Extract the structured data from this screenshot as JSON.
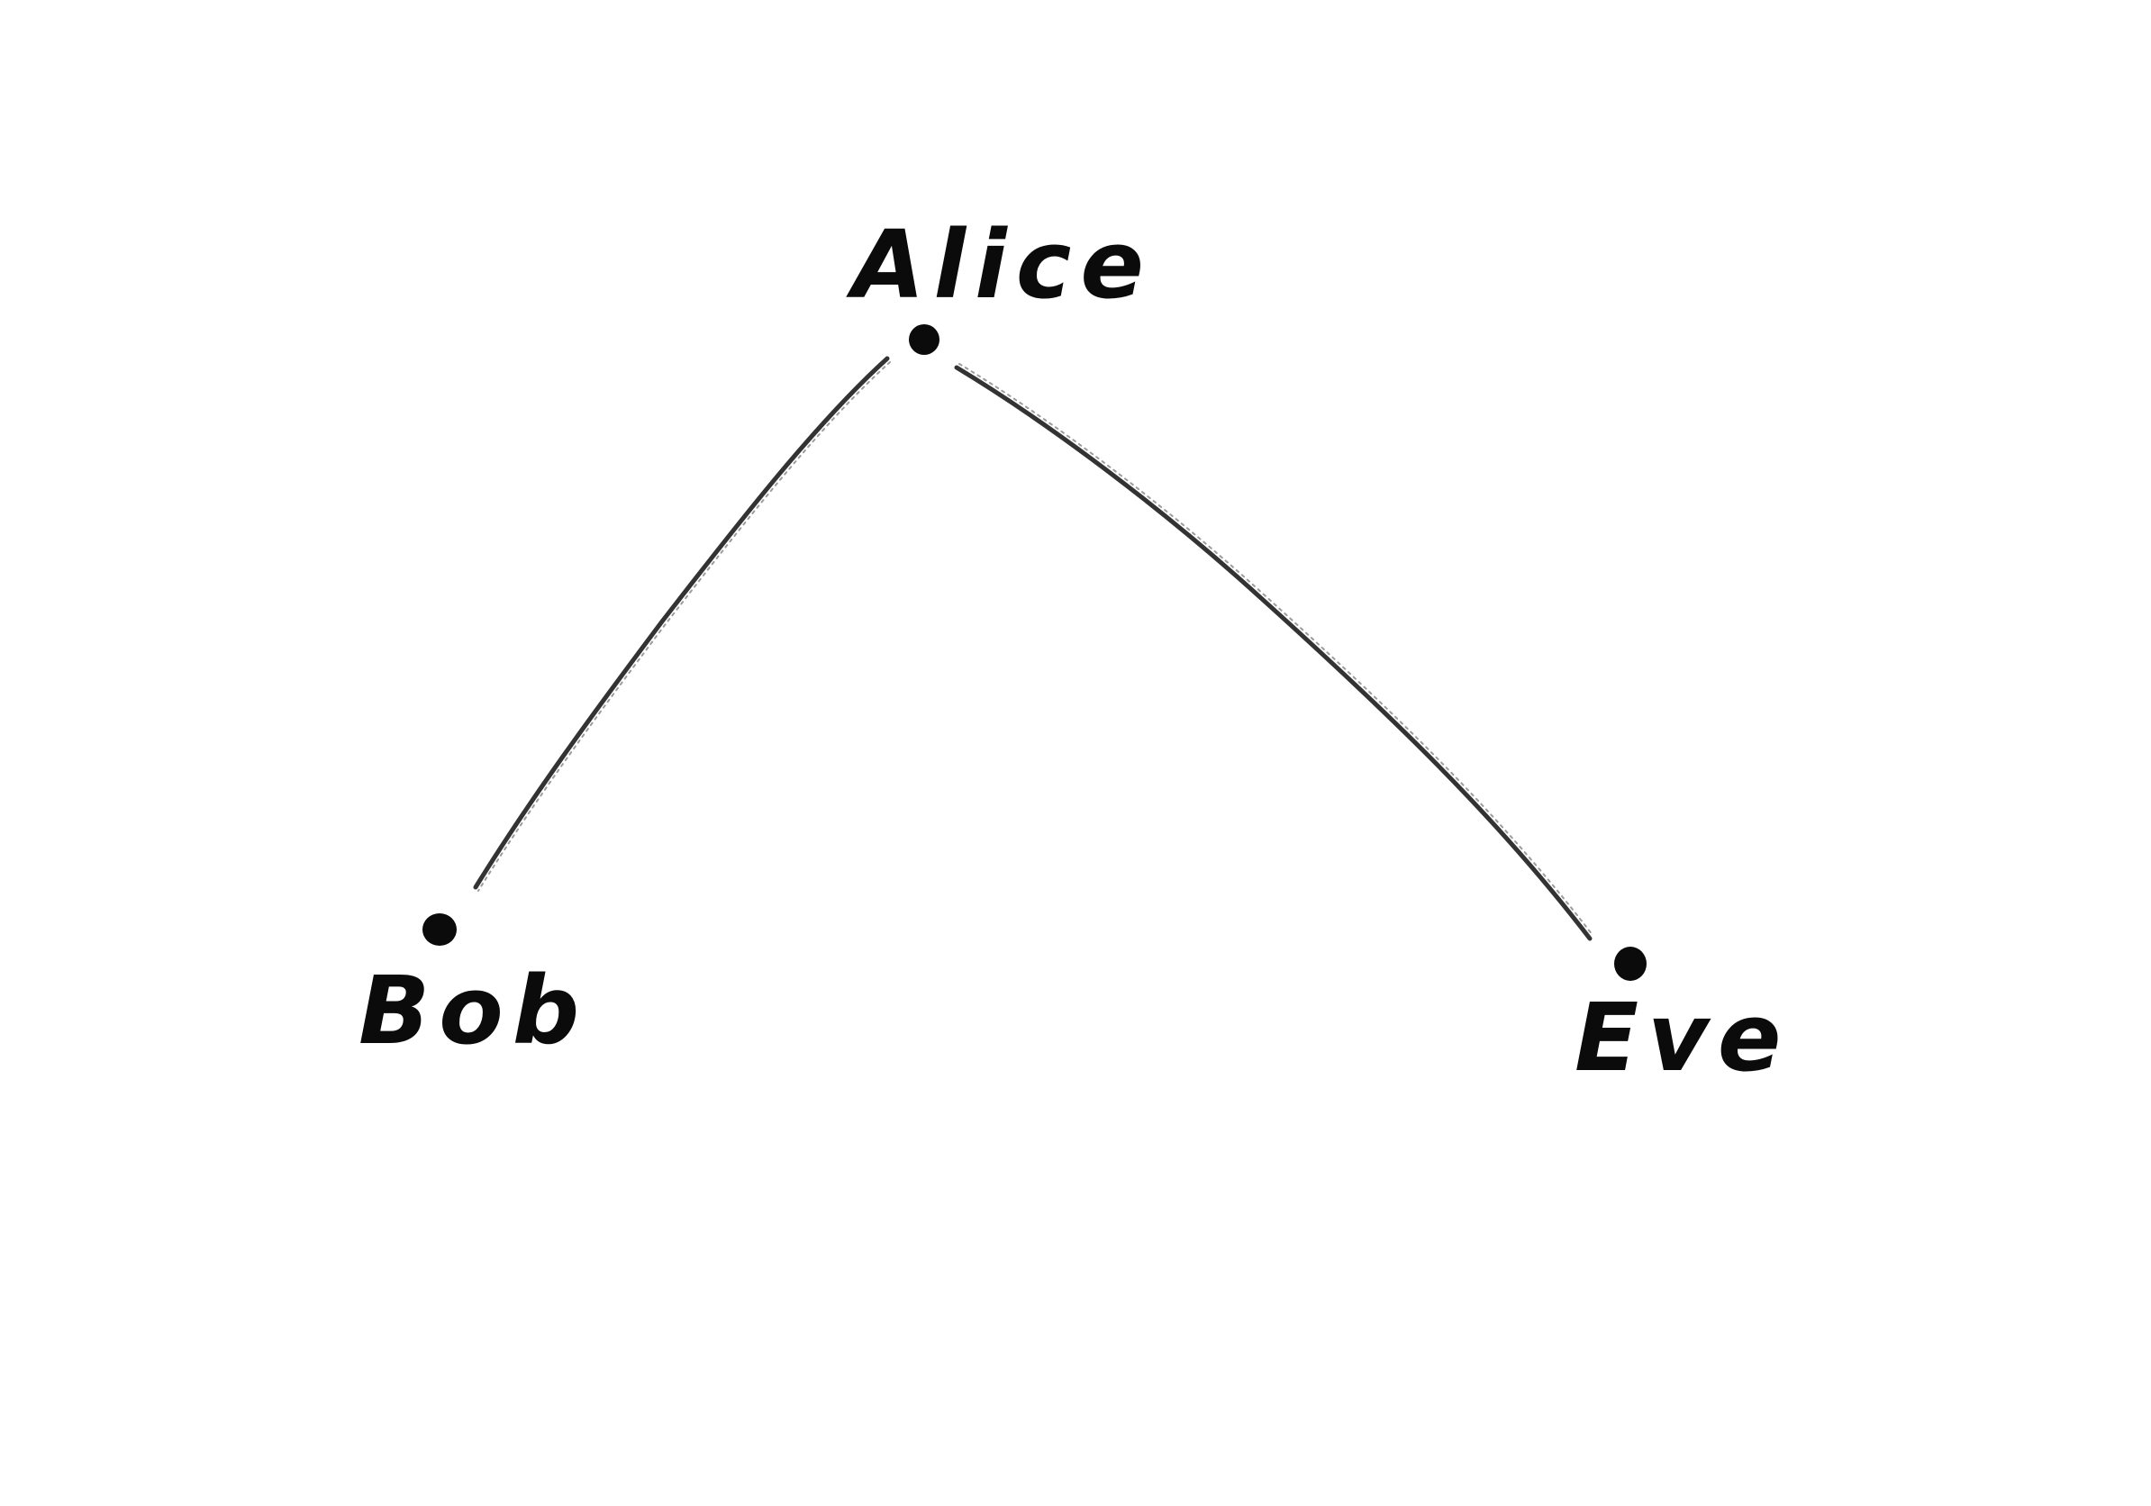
{
  "diagram": {
    "type": "tree",
    "nodes": [
      {
        "id": "alice",
        "label": "Alice"
      },
      {
        "id": "bob",
        "label": "Bob"
      },
      {
        "id": "eve",
        "label": "Eve"
      }
    ],
    "edges": [
      {
        "from": "alice",
        "to": "bob"
      },
      {
        "from": "alice",
        "to": "eve"
      }
    ],
    "ink_color": "#0b0b0b",
    "background_color": "#ffffff"
  }
}
